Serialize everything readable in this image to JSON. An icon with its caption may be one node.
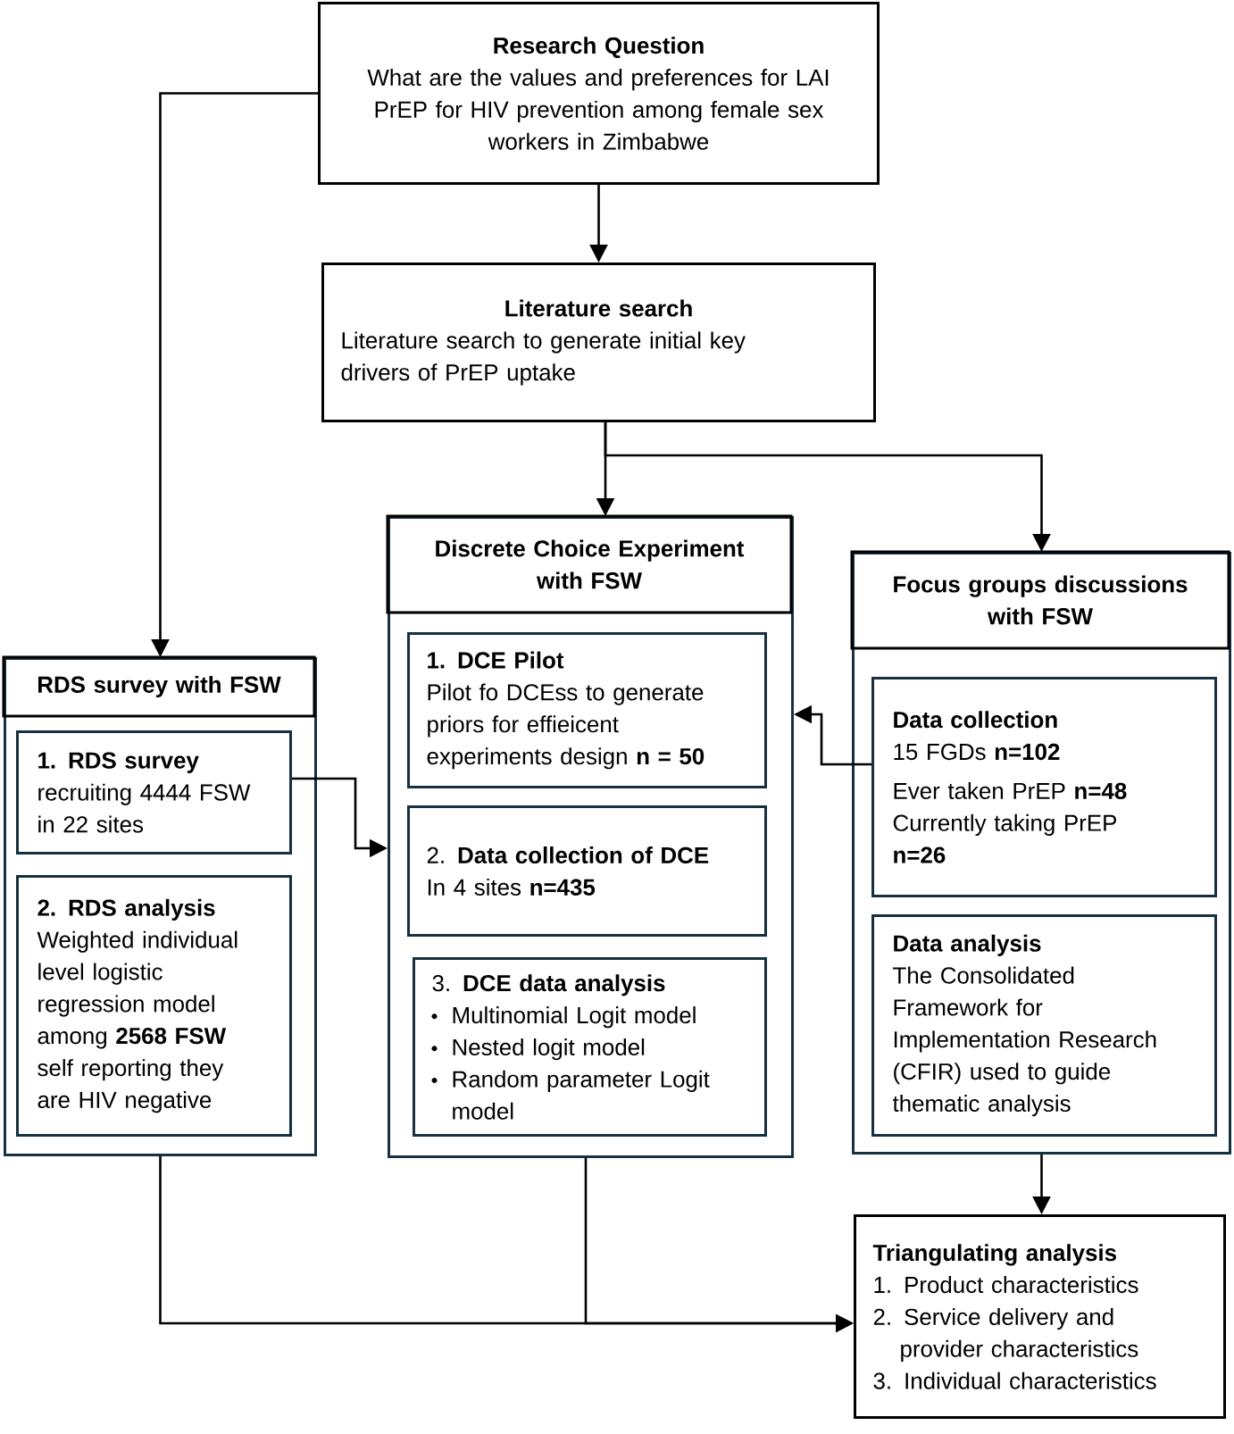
{
  "diagram": {
    "nodes": [
      {
        "text": [
          "Research Question",
          "What are the values and preferences for LAI PrEP for HIV prevention among female sex workers in Zimbabwe"
        ]
      },
      {
        "text": [
          "Literature search",
          "Literature search to generate initial key drivers of PrEP uptake"
        ]
      },
      {
        "text": [
          "Discrete Choice Experiment with FSW"
        ]
      },
      {
        "text": [
          "1. DCE Pilot",
          "Pilot fo DCEss to generate priors for effieicent experiments design **n = 50**"
        ],
        "in": 2
      },
      {
        "text": [
          "2. **Data collection of DCE**",
          "In 4 sites **n=435**"
        ],
        "in": 2
      },
      {
        "text": [
          "3. **DCE data analysis**",
          "Multinomial Logit model",
          "Nested logit model",
          "Random parameter Logit model"
        ],
        "in": 2
      },
      {
        "text": [
          "RDS survey with FSW"
        ]
      },
      {
        "text": [
          "1. RDS survey",
          "recruiting 4444 FSW in 22 sites"
        ],
        "in": 6
      },
      {
        "text": [
          "2. RDS analysis",
          "Weighted individual level logistic regression model among **2568 FSW** self reporting they are HIV negative"
        ],
        "in": 6
      },
      {
        "text": [
          "Focus groups discussions with FSW"
        ]
      },
      {
        "text": [
          "Data collection",
          "15 FGDs **n=102**",
          "Ever taken PrEP **n=48**",
          "Currently taking PrEP **n=26**"
        ],
        "in": 9
      },
      {
        "text": [
          "Data analysis",
          "The Consolidated Framework for Implementation Research (CFIR) used to guide thematic analysis"
        ],
        "in": 9
      },
      {
        "text": [
          "Triangulating analysis",
          "1. Product characteristics",
          "2. Service delivery and provider characteristics",
          "3. Individual characteristics"
        ]
      }
    ],
    "edges": [
      {
        "from": 0,
        "to": 1,
        "arrow": "to"
      },
      {
        "from": 0,
        "to": 6,
        "arrow": "to"
      },
      {
        "from": 1,
        "to": 2,
        "arrow": "to"
      },
      {
        "from": 1,
        "to": 9,
        "arrow": "to"
      },
      {
        "from": 7,
        "to": 2,
        "arrow": "to"
      },
      {
        "from": 10,
        "to": 2,
        "arrow": "to"
      },
      {
        "from": 6,
        "to": 12,
        "arrow": "to"
      },
      {
        "from": 2,
        "to": 12,
        "arrow": "to"
      },
      {
        "from": 9,
        "to": 12,
        "arrow": "to"
      }
    ]
  }
}
